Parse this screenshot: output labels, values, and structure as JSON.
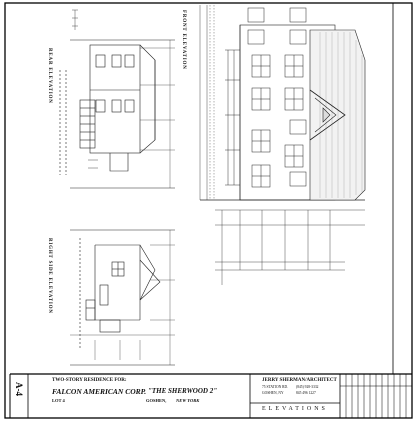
{
  "drawings": {
    "rear_label": "REAR ELEVATION",
    "front_label": "FRONT ELEVATION",
    "right_label": "RIGHT SIDE ELEVATION"
  },
  "title_block": {
    "sheet_number": "A-4",
    "subtitle": "TWO-STORY RESIDENCE FOR:",
    "client": "FALCON AMERICAN CORP.",
    "project": "\"THE SHERWOOD 2\"",
    "lot": "LOT 4",
    "town": "GOSHEN,",
    "state": "NEW YORK",
    "architect": "JERRY SHERMAN/ARCHITECT",
    "address": "75 STATION RD.",
    "city": "GOSHEN, NY",
    "phone": "(845) 928-3332",
    "fax": "845 496 1227",
    "sheet_title": "ELEVATIONS"
  }
}
